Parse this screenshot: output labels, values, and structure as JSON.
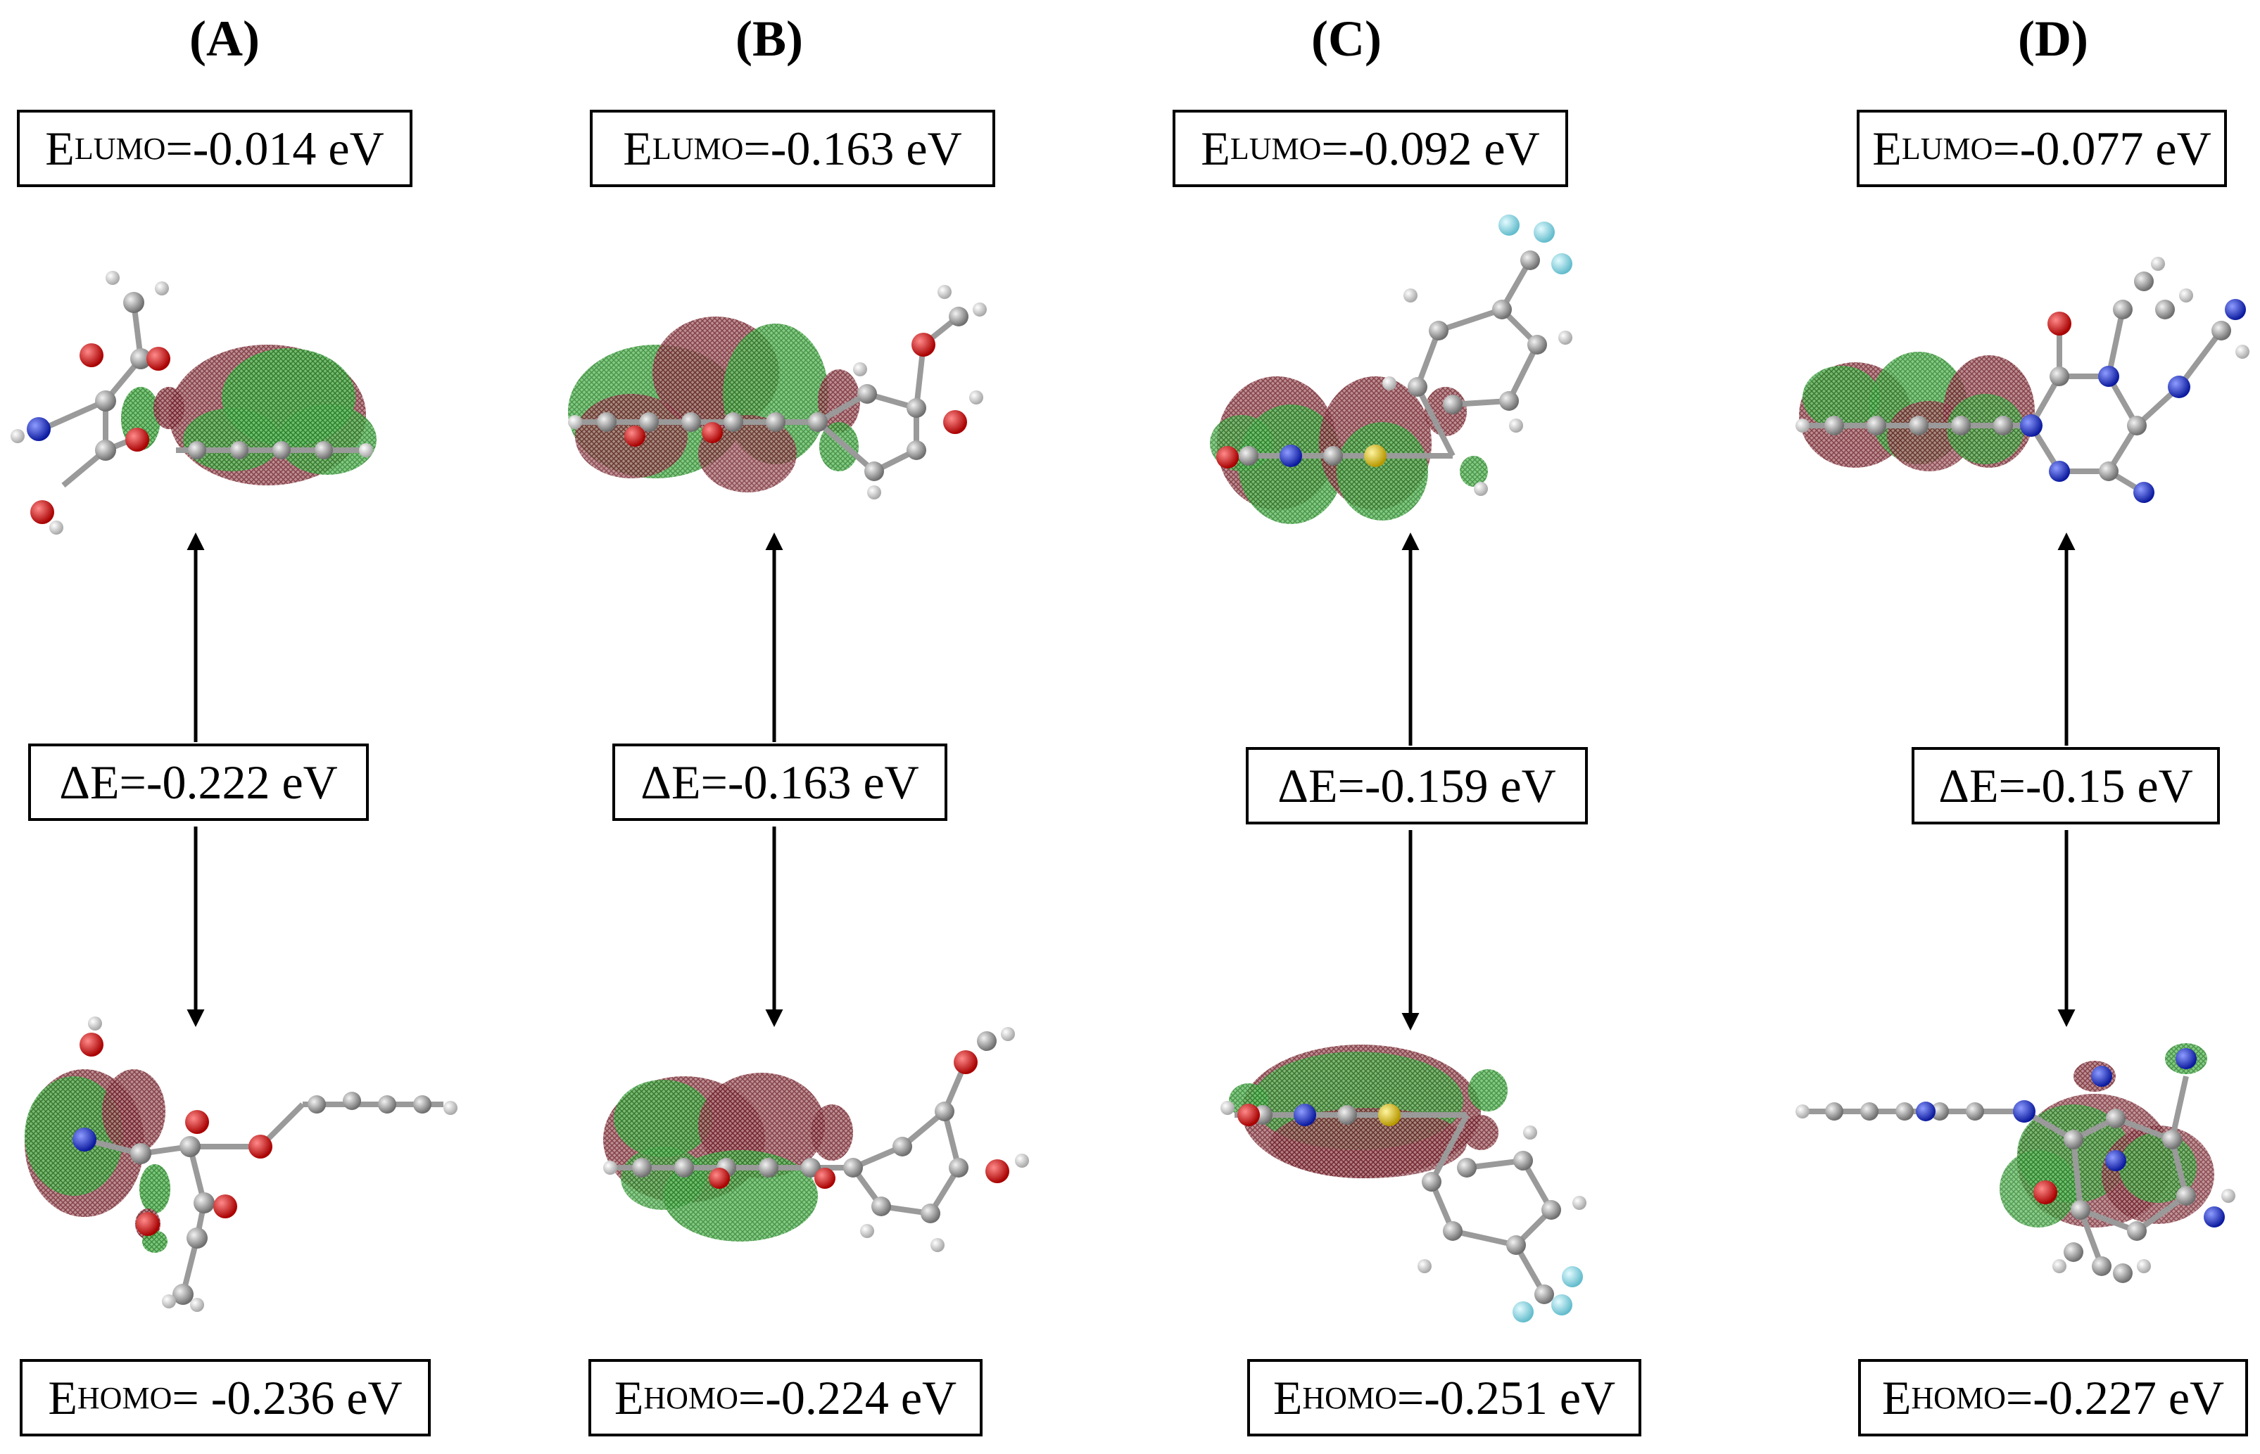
{
  "panels": [
    {
      "label": "(A)",
      "lumo_sub": "LUMO",
      "lumo_value": "=-0.014 eV",
      "delta": "ΔE=-0.222 eV",
      "homo_sub": "HOMO",
      "homo_value": "= -0.236 eV"
    },
    {
      "label": "(B)",
      "lumo_sub": "LUMO",
      "lumo_value": "=-0.163 eV",
      "delta": "ΔE=-0.163 eV",
      "homo_sub": "HOMO",
      "homo_value": "=-0.224 eV"
    },
    {
      "label": "(C)",
      "lumo_sub": "LUMO",
      "lumo_value": "=-0.092 eV",
      "delta": "ΔE=-0.159 eV",
      "homo_sub": "HOMO",
      "homo_value": "=-0.251 eV"
    },
    {
      "label": "(D)",
      "lumo_sub": "LUMO",
      "lumo_value": "=-0.077 eV",
      "delta": "ΔE=-0.15 eV",
      "homo_sub": "HOMO",
      "homo_value": "=-0.227 eV"
    }
  ],
  "energy_symbol": "E",
  "colors": {
    "lobe_green": "#3fa23f",
    "lobe_red": "#8e2f3a",
    "carbon": "#8a8a8a",
    "oxygen": "#d10000",
    "nitrogen": "#1c2fd6",
    "hydrogen": "#e8e8e8",
    "fluorine": "#86d9e8",
    "sulfur": "#e0c21a"
  }
}
